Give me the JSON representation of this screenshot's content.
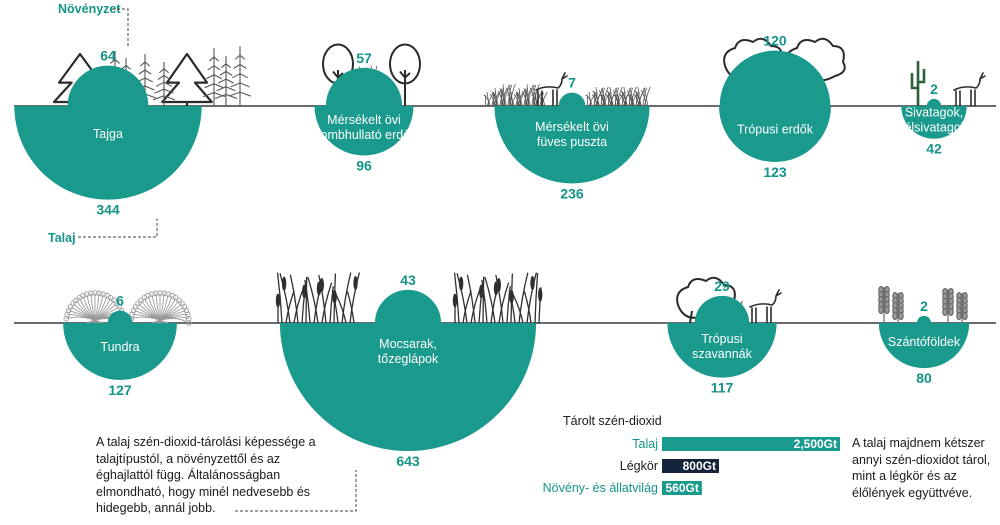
{
  "colors": {
    "teal": "#1a9a8d",
    "navy": "#14243a",
    "label_teal": "#159488",
    "ink": "#2b2b2b"
  },
  "legend": {
    "plant_label": "Növényzet",
    "soil_label": "Talaj"
  },
  "chart_data": {
    "type": "paired-semicircle",
    "unit": "Gt",
    "biomes": [
      {
        "name": "Tajga",
        "plant": 64,
        "soil": 344
      },
      {
        "name": "Mérsékelt övi lombhullató erdő",
        "plant": 57,
        "soil": 96
      },
      {
        "name": "Mérsékelt övi füves puszta",
        "plant": 7,
        "soil": 236
      },
      {
        "name": "Trópusi erdők",
        "plant": 120,
        "soil": 123
      },
      {
        "name": "Sivatagok, félsivatagok",
        "plant": 2,
        "soil": 42
      },
      {
        "name": "Tundra",
        "plant": 6,
        "soil": 127
      },
      {
        "name": "Mocsarak, tőzeglápok",
        "plant": 43,
        "soil": 643
      },
      {
        "name": "Trópusi szavannák",
        "plant": 29,
        "soil": 117
      },
      {
        "name": "Szántóföldek",
        "plant": 2,
        "soil": 80
      }
    ],
    "biome_labels": [
      [
        "Tajga"
      ],
      [
        "Mérsékelt övi",
        "lombhullató erdő"
      ],
      [
        "Mérsékelt övi",
        "füves puszta"
      ],
      [
        "Trópusi erdők"
      ],
      [
        "Sivatagok,",
        "félsivatagok"
      ],
      [
        "Tundra"
      ],
      [
        "Mocsarak,",
        "tőzeglápok"
      ],
      [
        "Trópusi",
        "szavannák"
      ],
      [
        "Szántóföldek"
      ]
    ],
    "stored_carbon": {
      "title": "Tárolt szén-dioxid",
      "bars": [
        {
          "label": "Talaj",
          "value": 2500,
          "value_label": "2,500Gt",
          "color": "#1a9a8d"
        },
        {
          "label": "Légkör",
          "value": 800,
          "value_label": "800Gt",
          "color": "#14243a"
        },
        {
          "label": "Növény- és állatvilág",
          "value": 560,
          "value_label": "560Gt",
          "color": "#1a9a8d"
        }
      ]
    }
  },
  "notes": {
    "soil_capacity": "A talaj szén-dioxid-tárolási képessége a talajtípustól, a növényzettől és az éghajlattól függ. Általánosságban elmondható, hogy minél nedvesebb és hidegebb, annál jobb.",
    "soil_vs_air": "A talaj majdnem kétszer annyi szén-dioxidot tárol, mint a légkör és az élőlények együttvéve."
  }
}
